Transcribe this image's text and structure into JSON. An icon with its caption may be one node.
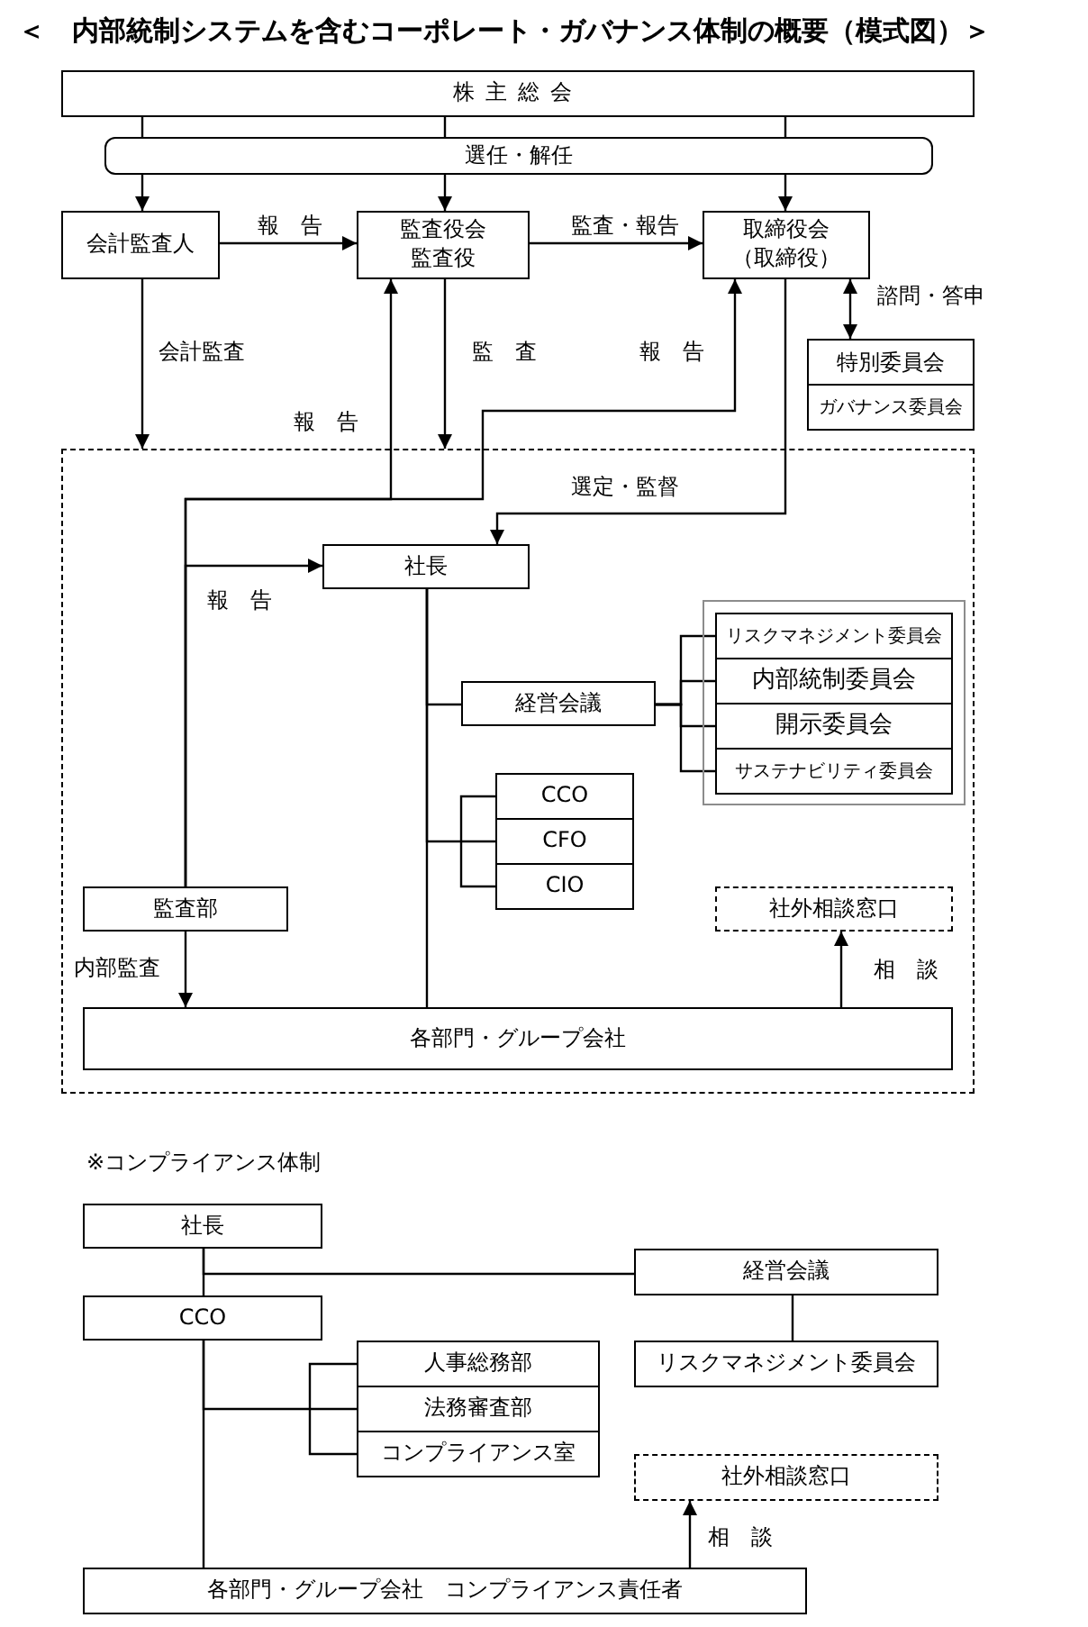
{
  "diagram": {
    "title": "＜　内部統制システムを含むコーポレート・ガバナンス体制の概要（模式図）＞",
    "nodes": [
      {
        "text": [
          "株主総会"
        ]
      },
      {
        "text": [
          "選任・解任"
        ]
      },
      {
        "text": [
          "会計監査人"
        ]
      },
      {
        "text": [
          "監査役会",
          "監査役"
        ]
      },
      {
        "text": [
          "取締役会",
          "（取締役）"
        ]
      },
      {
        "text": [
          "特別委員会"
        ]
      },
      {
        "text": [
          "ガバナンス委員会"
        ],
        "in": 5
      },
      {
        "text": [],
        "shape": "box"
      },
      {
        "text": [
          "社長"
        ],
        "in": 7
      },
      {
        "text": [
          "経営会議"
        ],
        "in": 7
      },
      {
        "text": [],
        "shape": "box",
        "in": 7
      },
      {
        "text": [
          "リスクマネジメント委員会"
        ],
        "in": 10
      },
      {
        "text": [
          "内部統制委員会"
        ],
        "in": 10
      },
      {
        "text": [
          "開示委員会"
        ],
        "in": 10
      },
      {
        "text": [
          "サステナビリティ委員会"
        ],
        "in": 10
      },
      {
        "text": [
          "CCO"
        ],
        "in": 7
      },
      {
        "text": [
          "CFO"
        ],
        "in": 7
      },
      {
        "text": [
          "CIO"
        ],
        "in": 7
      },
      {
        "text": [
          "監査部"
        ],
        "in": 7
      },
      {
        "text": [
          "社外相談窓口"
        ],
        "in": 7
      },
      {
        "text": [
          "各部門・グループ会社"
        ],
        "in": 7
      },
      {
        "text": [
          "社長"
        ]
      },
      {
        "text": [
          "経営会議"
        ]
      },
      {
        "text": [
          "CCO"
        ]
      },
      {
        "text": [
          "人事総務部"
        ]
      },
      {
        "text": [
          "法務審査部"
        ]
      },
      {
        "text": [
          "コンプライアンス室"
        ]
      },
      {
        "text": [
          "リスクマネジメント委員会"
        ]
      },
      {
        "text": [
          "社外相談窓口"
        ]
      },
      {
        "text": [
          "各部門・グループ会社　コンプライアンス責任者"
        ]
      }
    ],
    "edges": [
      {
        "from": 0,
        "to": 1,
        "arrow": "none"
      },
      {
        "from": 0,
        "to": 1,
        "arrow": "none"
      },
      {
        "from": 0,
        "to": 1,
        "arrow": "none"
      },
      {
        "from": 1,
        "to": 2,
        "arrow": "to"
      },
      {
        "from": 1,
        "to": 3,
        "arrow": "to"
      },
      {
        "from": 1,
        "to": 4,
        "arrow": "to"
      },
      {
        "from": 2,
        "to": 3,
        "arrow": "to",
        "label": "報　告"
      },
      {
        "from": 3,
        "to": 4,
        "arrow": "to",
        "label": "監査・報告"
      },
      {
        "from": 4,
        "to": 5,
        "arrow": "both",
        "label": "諮問・答申"
      },
      {
        "from": 2,
        "to": 7,
        "arrow": "to",
        "label": "会計監査"
      },
      {
        "from": 3,
        "to": 7,
        "arrow": "to",
        "label": "監　査"
      },
      {
        "from": 18,
        "to": 3,
        "arrow": "to",
        "label": "報　告"
      },
      {
        "from": 18,
        "to": 4,
        "arrow": "to",
        "label": "報　告"
      },
      {
        "from": 4,
        "to": 8,
        "arrow": "to",
        "label": "選定・監督"
      },
      {
        "from": 18,
        "to": 8,
        "arrow": "to",
        "label": "報　告"
      },
      {
        "from": 8,
        "to": 9,
        "arrow": "none"
      },
      {
        "from": 9,
        "to": 11,
        "arrow": "none"
      },
      {
        "from": 9,
        "to": 12,
        "arrow": "none"
      },
      {
        "from": 9,
        "to": 13,
        "arrow": "none"
      },
      {
        "from": 9,
        "to": 14,
        "arrow": "none"
      },
      {
        "from": 8,
        "to": 15,
        "arrow": "none"
      },
      {
        "from": 8,
        "to": 16,
        "arrow": "none"
      },
      {
        "from": 8,
        "to": 17,
        "arrow": "none"
      },
      {
        "from": 8,
        "to": 20,
        "arrow": "none"
      },
      {
        "from": 18,
        "to": 20,
        "arrow": "to",
        "label": "内部監査"
      },
      {
        "from": 20,
        "to": 19,
        "arrow": "to",
        "label": "相　談"
      },
      {
        "from": 21,
        "to": 22,
        "arrow": "none"
      },
      {
        "from": 21,
        "to": 23,
        "arrow": "none"
      },
      {
        "from": 22,
        "to": 27,
        "arrow": "none"
      },
      {
        "from": 23,
        "to": 24,
        "arrow": "none"
      },
      {
        "from": 23,
        "to": 25,
        "arrow": "none"
      },
      {
        "from": 23,
        "to": 26,
        "arrow": "none"
      },
      {
        "from": 23,
        "to": 29,
        "arrow": "none"
      },
      {
        "from": 29,
        "to": 28,
        "arrow": "to",
        "label": "相　談"
      }
    ],
    "labels": [
      "※コンプライアンス体制"
    ]
  }
}
